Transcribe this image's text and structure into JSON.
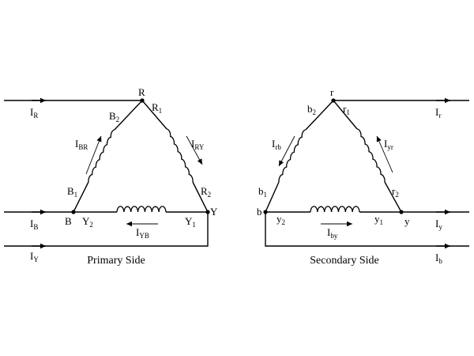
{
  "primary": {
    "caption": "Primary Side",
    "nodes": {
      "R": {
        "main": "R",
        "sub": ""
      },
      "B": {
        "main": "B",
        "sub": ""
      },
      "Y": {
        "main": "Y",
        "sub": ""
      }
    },
    "terminals": {
      "B2": {
        "main": "B",
        "sub": "2"
      },
      "R1": {
        "main": "R",
        "sub": "1"
      },
      "B1": {
        "main": "B",
        "sub": "1"
      },
      "R2": {
        "main": "R",
        "sub": "2"
      },
      "Y2": {
        "main": "Y",
        "sub": "2"
      },
      "Y1": {
        "main": "Y",
        "sub": "1"
      }
    },
    "line_currents": {
      "IR": {
        "main": "I",
        "sub": "R"
      },
      "IB": {
        "main": "I",
        "sub": "B"
      },
      "IY": {
        "main": "I",
        "sub": "Y"
      }
    },
    "phase_currents": {
      "IBR": {
        "main": "I",
        "sub": "BR"
      },
      "IRY": {
        "main": "I",
        "sub": "RY"
      },
      "IYB": {
        "main": "I",
        "sub": "YB"
      }
    }
  },
  "secondary": {
    "caption": "Secondary Side",
    "nodes": {
      "r": {
        "main": "r",
        "sub": ""
      },
      "b": {
        "main": "b",
        "sub": ""
      },
      "y": {
        "main": "y",
        "sub": ""
      }
    },
    "terminals": {
      "b2": {
        "main": "b",
        "sub": "2"
      },
      "r1": {
        "main": "r",
        "sub": "1"
      },
      "b1": {
        "main": "b",
        "sub": "1"
      },
      "r2": {
        "main": "r",
        "sub": "2"
      },
      "y2": {
        "main": "y",
        "sub": "2"
      },
      "y1": {
        "main": "y",
        "sub": "1"
      }
    },
    "line_currents": {
      "Ir": {
        "main": "I",
        "sub": "r"
      },
      "Iy": {
        "main": "I",
        "sub": "y"
      },
      "Ib": {
        "main": "I",
        "sub": "b"
      }
    },
    "phase_currents": {
      "Irb": {
        "main": "I",
        "sub": "rb"
      },
      "Iyr": {
        "main": "I",
        "sub": "yr"
      },
      "Iby": {
        "main": "I",
        "sub": "by"
      }
    }
  }
}
